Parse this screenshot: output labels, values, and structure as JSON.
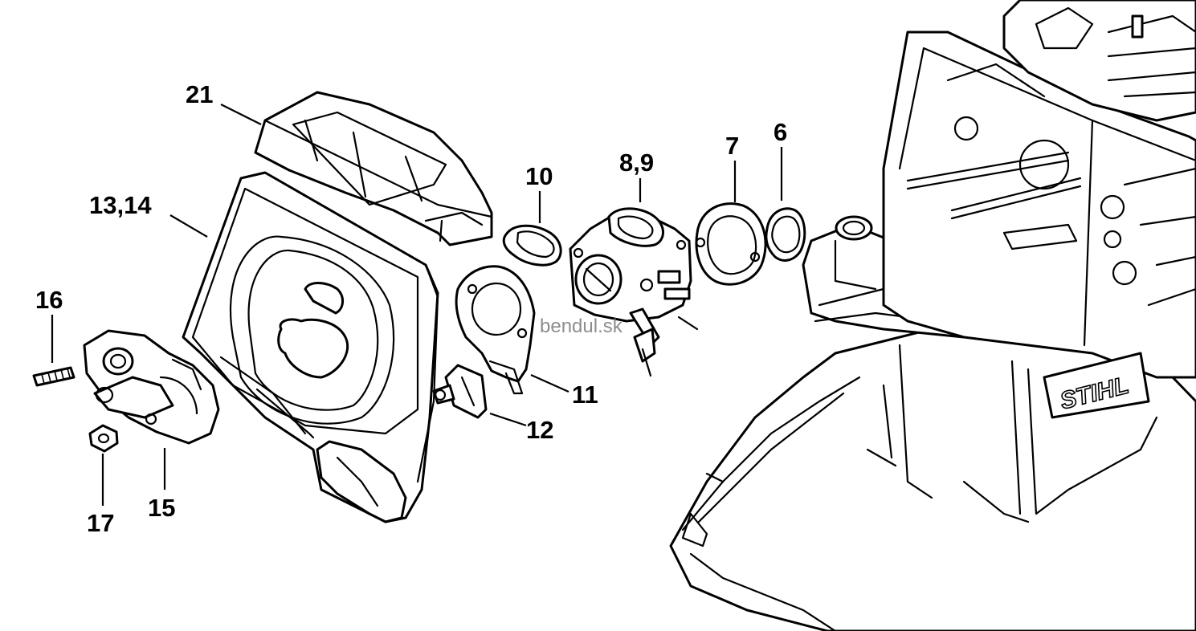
{
  "diagram": {
    "callouts": {
      "c21": "21",
      "c1314": "13,14",
      "c10": "10",
      "c89": "8,9",
      "c7": "7",
      "c6": "6",
      "c16": "16",
      "c11": "11",
      "c12": "12",
      "c15": "15",
      "c17": "17"
    },
    "watermark": "bendul.sk",
    "brand_mark": "STIHL"
  }
}
